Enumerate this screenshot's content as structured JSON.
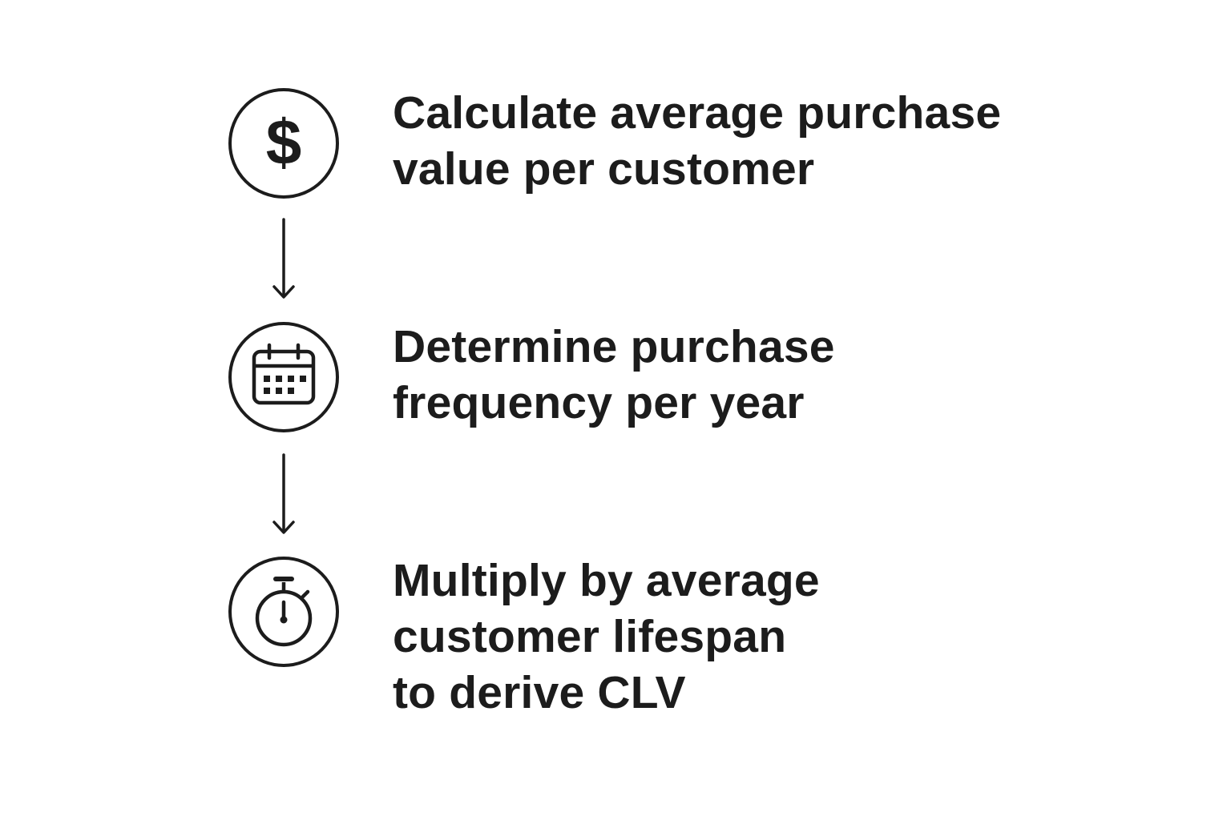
{
  "steps": [
    {
      "icon": "dollar-icon",
      "icon_glyph": "$",
      "lines": [
        "Calculate average purchase",
        "value per customer"
      ]
    },
    {
      "icon": "calendar-icon",
      "lines": [
        "Determine purchase",
        "frequency per year"
      ]
    },
    {
      "icon": "stopwatch-icon",
      "lines": [
        "Multiply by average",
        "customer lifespan",
        "to derive CLV"
      ]
    }
  ],
  "connectors": [
    "arrow-down-icon",
    "arrow-down-icon"
  ],
  "colors": {
    "background": "#ffffff",
    "ink": "#1c1c1c"
  }
}
